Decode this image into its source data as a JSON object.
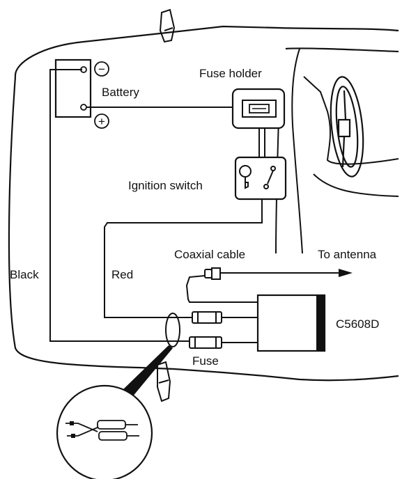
{
  "labels": {
    "fuse_holder": "Fuse holder",
    "battery": "Battery",
    "ignition_switch": "Ignition switch",
    "coaxial_cable": "Coaxial cable",
    "to_antenna": "To antenna",
    "black": "Black",
    "red": "Red",
    "unit_code": "C5608D",
    "fuse": "Fuse"
  },
  "battery_terminals": {
    "negative": "−",
    "positive": "+"
  },
  "colors": {
    "line": "#111111",
    "background": "#ffffff"
  }
}
